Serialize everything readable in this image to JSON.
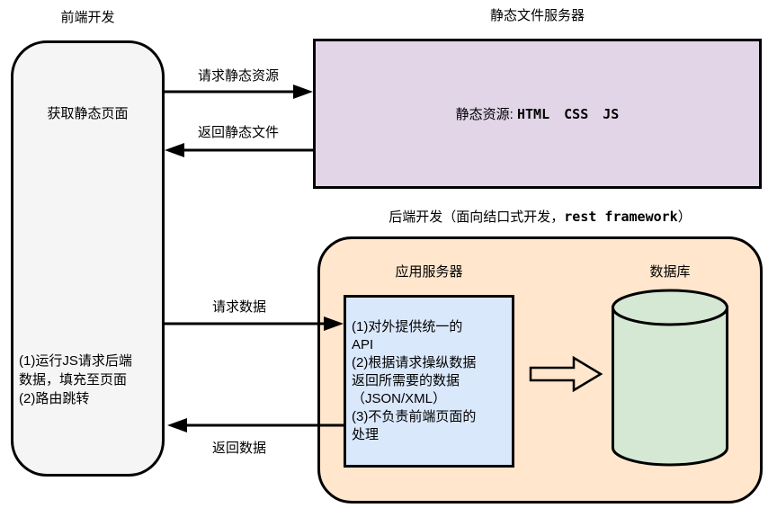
{
  "frontend": {
    "title": "前端开发",
    "box_label": "获取静态页面",
    "note_line1": "(1)运行JS请求后端",
    "note_line2": "数据，填充至页面",
    "note_line3": "(2)路由跳转"
  },
  "static_server": {
    "title": "静态文件服务器",
    "content_prefix": "静态资源: ",
    "content_code": "HTML CSS JS"
  },
  "arrows": {
    "request_static": "请求静态资源",
    "return_static": "返回静态文件",
    "request_data": "请求数据",
    "return_data": "返回数据"
  },
  "backend": {
    "title_prefix": "后端开发（面向结口式开发，",
    "title_code": "rest framework",
    "title_suffix": "）",
    "app_server_label": "应用服务器",
    "app_server_lines": [
      "(1)对外提供统一的",
      "API",
      "(2)根据请求操纵数据",
      "返回所需要的数据",
      "（JSON/XML）",
      "(3)不负责前端页面的",
      "处理"
    ],
    "database_label": "数据库"
  },
  "colors": {
    "frontend_box_fill": "#F5F5F5",
    "static_server_fill": "#E1D5E7",
    "backend_fill": "#FFE6CC",
    "app_server_fill": "#DAE8FC",
    "database_fill": "#D5E8D4",
    "stroke": "#000000"
  }
}
